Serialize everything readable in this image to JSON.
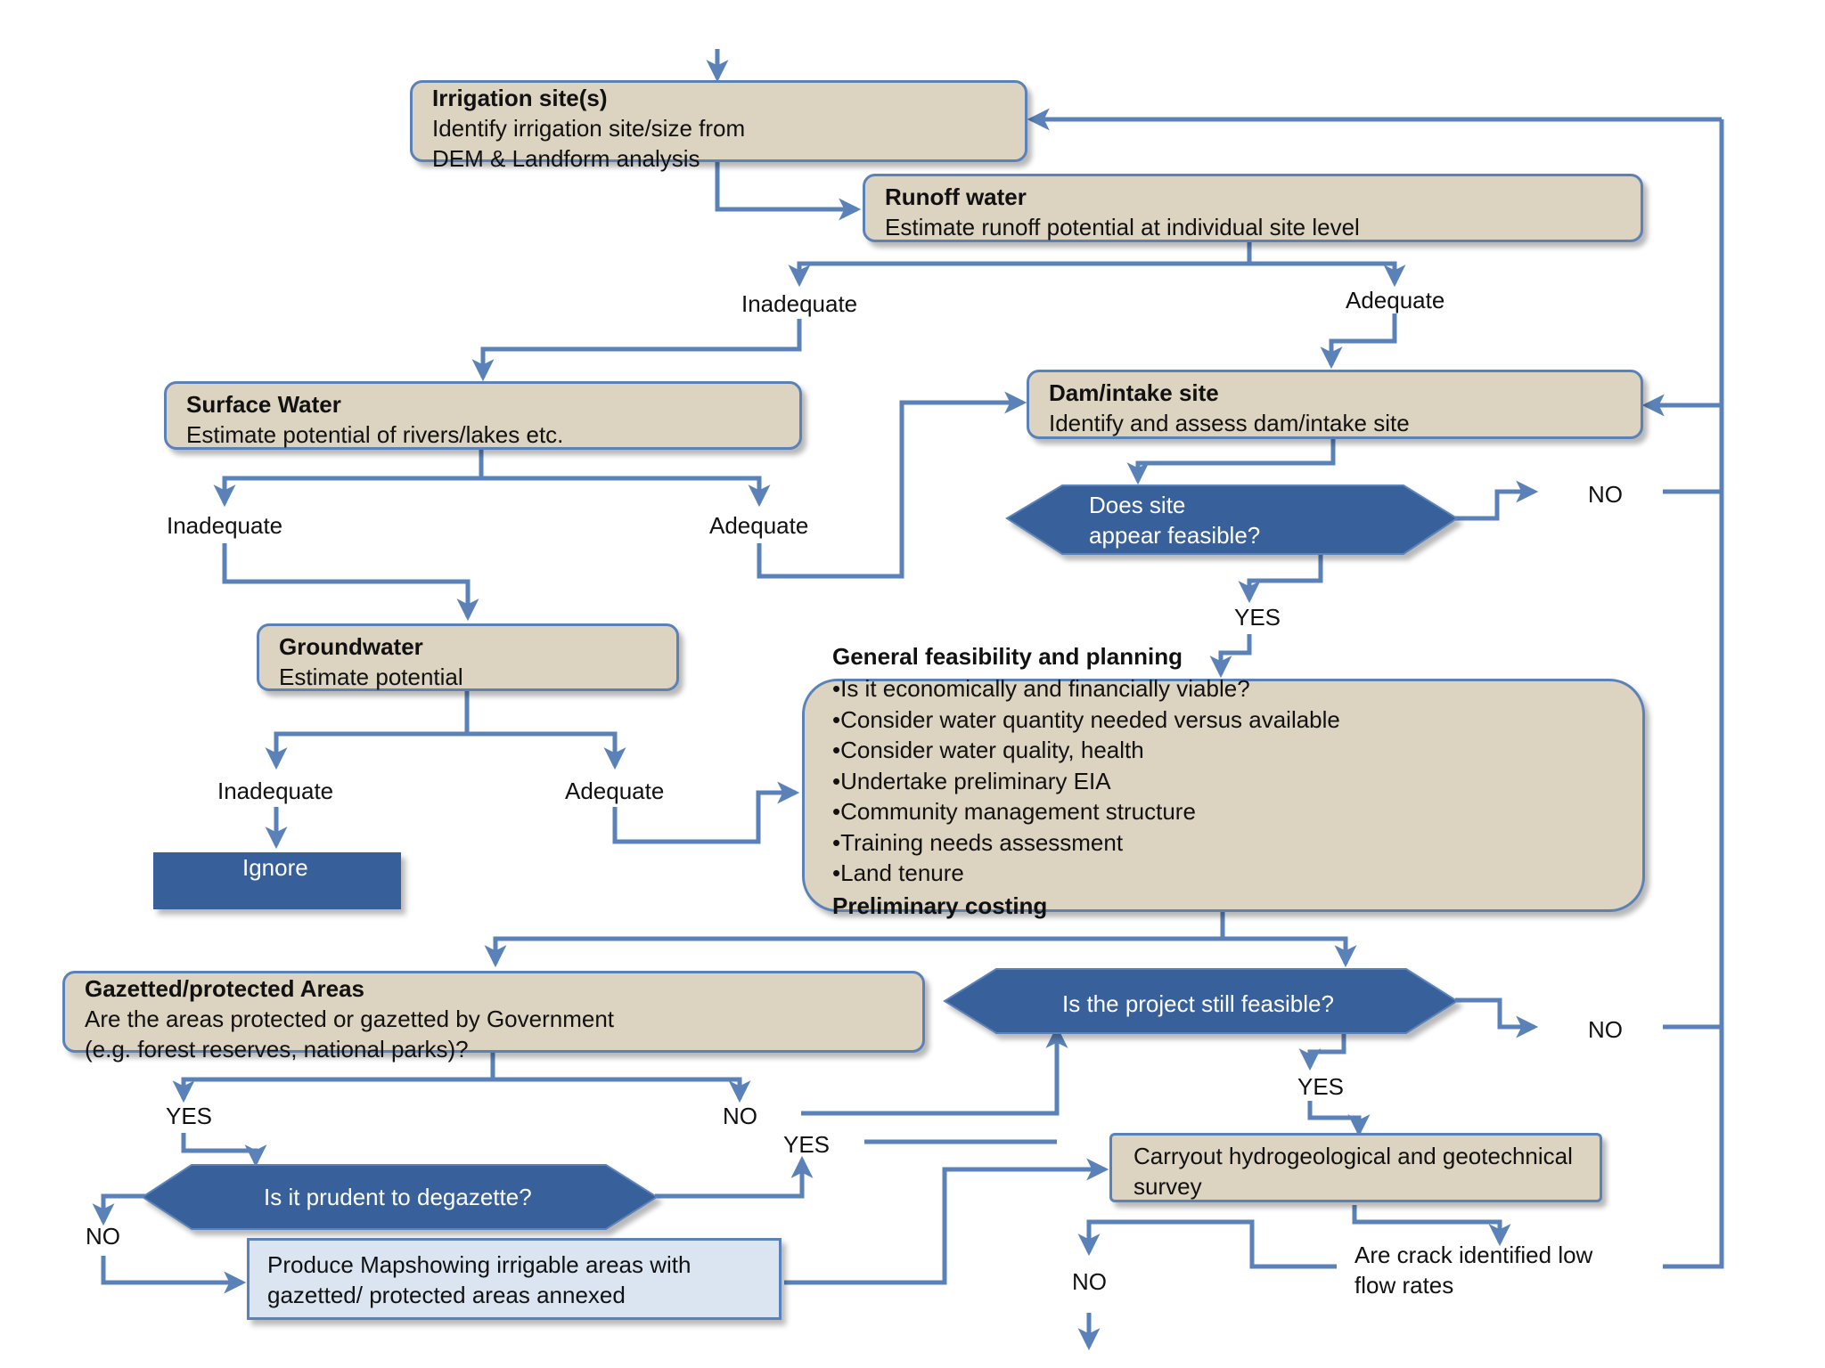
{
  "colors": {
    "line": "#5b82b8",
    "box_fill": "#dcd3c0",
    "dark_fill": "#37609a",
    "light_fill": "#dbe5f1"
  },
  "irrigation": {
    "title": "Irrigation site(s)",
    "line1": "Identify irrigation site/size  from",
    "line2": "DEM & Landform analysis"
  },
  "runoff": {
    "title": "Runoff water",
    "desc": "Estimate runoff potential at individual site level"
  },
  "surface": {
    "title": "Surface Water",
    "desc": "Estimate potential of rivers/lakes etc."
  },
  "dam": {
    "title": "Dam/intake site",
    "desc": "Identify and assess dam/intake site"
  },
  "groundwater": {
    "title": "Groundwater",
    "desc": "Estimate potential"
  },
  "feasible_q": {
    "line1": "Does site",
    "line2": "appear feasible?"
  },
  "general": {
    "title": "General feasibility and planning",
    "items": [
      "•Is it economically and financially viable?",
      "•Consider water quantity needed versus available",
      "•Consider water quality, health",
      "•Undertake preliminary EIA",
      "•Community management structure",
      "•Training needs assessment",
      "•Land tenure"
    ],
    "footer": "Preliminary costing"
  },
  "ignore": "Ignore",
  "gazetted": {
    "title": "Gazetted/protected Areas",
    "line1": "Are the areas protected or gazetted by Government",
    "line2": "(e.g. forest reserves, national parks)?"
  },
  "still_feasible": "Is the project still feasible?",
  "degazette": "Is it prudent to degazette?",
  "produce": {
    "line1": "Produce Mapshowing irrigable areas with",
    "line2": "gazetted/ protected areas annexed"
  },
  "survey": {
    "line1": "Carryout hydrogeological and geotechnical",
    "line2": "survey"
  },
  "crack": {
    "line1": "Are crack identified low",
    "line2": "flow rates"
  },
  "labels": {
    "inadequate": "Inadequate",
    "adequate": "Adequate",
    "yes": "YES",
    "no": "NO"
  }
}
